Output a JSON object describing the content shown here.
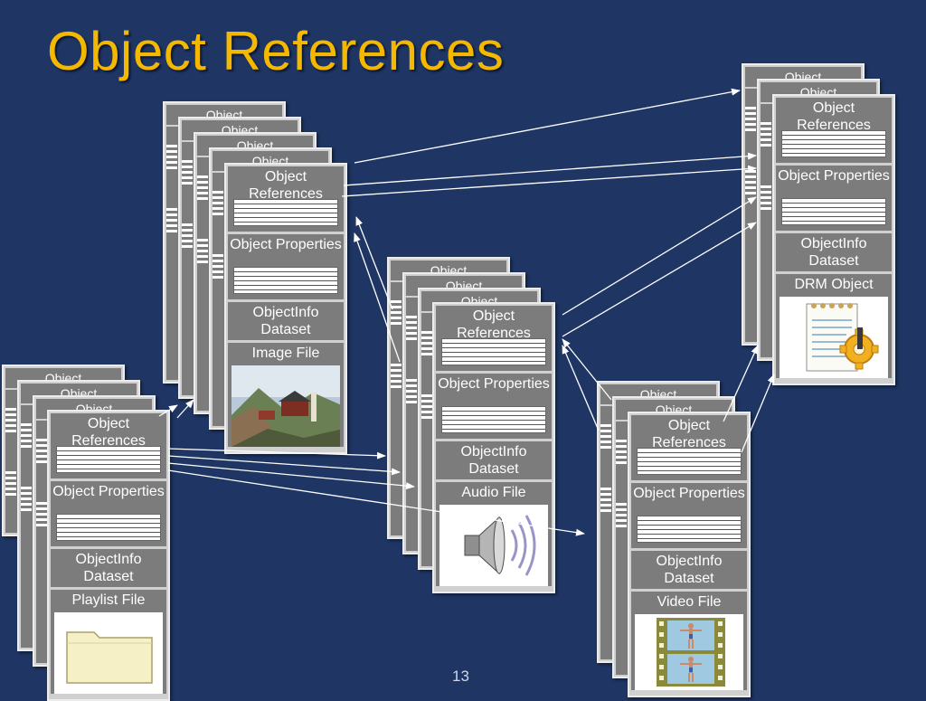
{
  "slide": {
    "title": "Object References",
    "page_number": "13"
  },
  "card_labels": {
    "object": "Object",
    "object_references": "Object References",
    "object_properties": "Object Properties",
    "objectinfo_dataset": "ObjectInfo Dataset"
  },
  "stacks": {
    "image": {
      "file_label": "Image File",
      "icon": "landscape-photo-icon"
    },
    "playlist": {
      "file_label": "Playlist File",
      "icon": "folder-icon"
    },
    "audio": {
      "file_label": "Audio File",
      "icon": "speaker-icon"
    },
    "video": {
      "file_label": "Video File",
      "icon": "film-strip-icon"
    },
    "drm": {
      "file_label": "DRM Object",
      "icon": "document-gear-icon"
    }
  },
  "colors": {
    "background": "#1f3563",
    "title": "#f5b800",
    "card_panel": "#7c7c7c",
    "card_border": "#ececec",
    "arrow": "#ffffff"
  }
}
